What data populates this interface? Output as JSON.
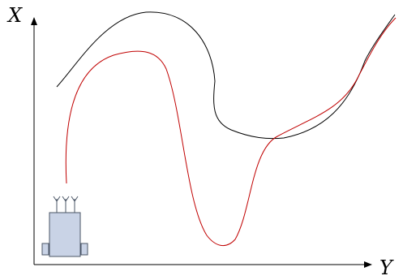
{
  "axes": {
    "vertical_label": "X",
    "horizontal_label": "Y",
    "color": "#000000"
  },
  "curves": {
    "black_curve_color": "#000000",
    "red_curve_color": "#c00000"
  },
  "robot": {
    "body_color": "#c9d3e6",
    "outline_color": "#4a5566",
    "antenna_count": 3,
    "wheel_count": 2
  }
}
